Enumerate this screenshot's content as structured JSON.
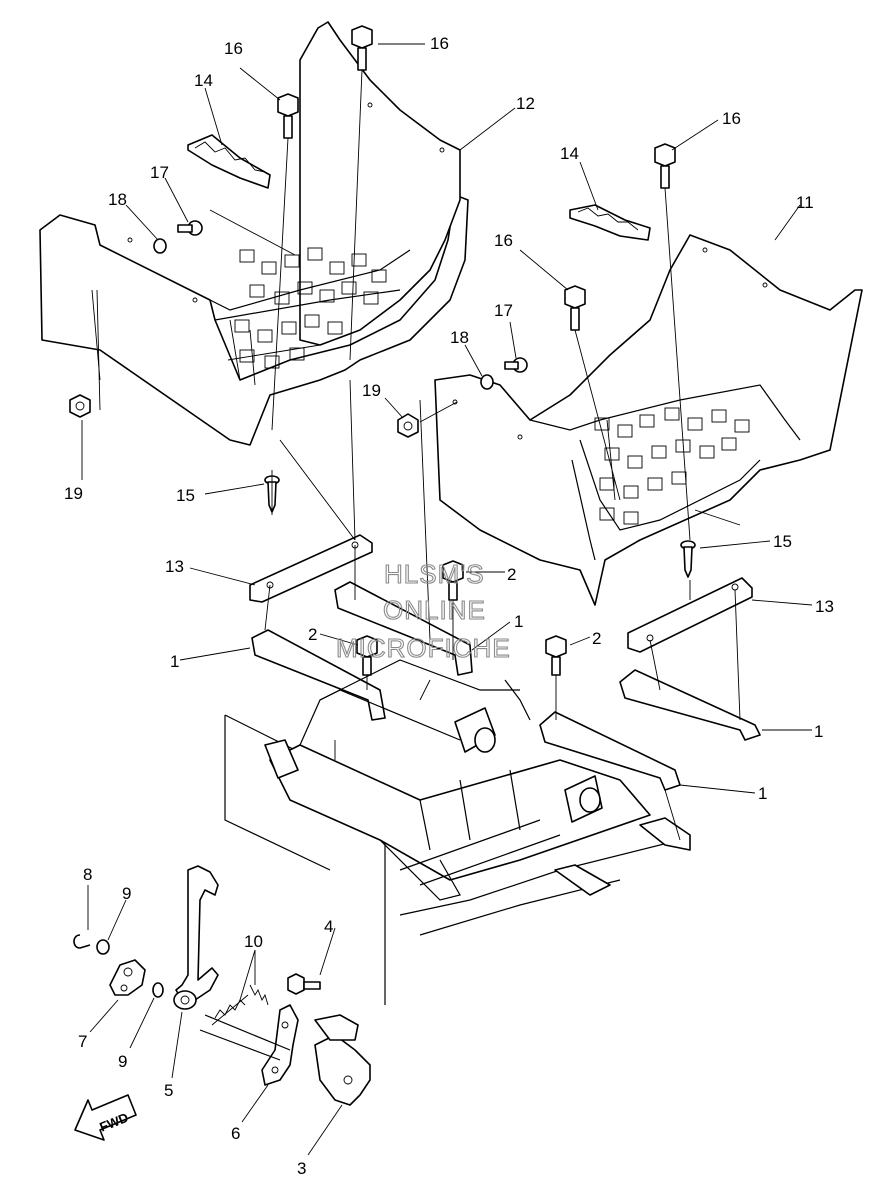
{
  "watermark": {
    "line1": "HLSM'S",
    "line2": "ONLINE",
    "line3": "MICROFICHE"
  },
  "fwd_label": "FWD",
  "callouts": [
    "1",
    "1",
    "1",
    "1",
    "2",
    "2",
    "2",
    "3",
    "4",
    "5",
    "6",
    "7",
    "8",
    "9",
    "9",
    "10",
    "11",
    "12",
    "13",
    "13",
    "14",
    "14",
    "15",
    "15",
    "16",
    "16",
    "16",
    "16",
    "17",
    "17",
    "18",
    "18",
    "19",
    "19"
  ]
}
